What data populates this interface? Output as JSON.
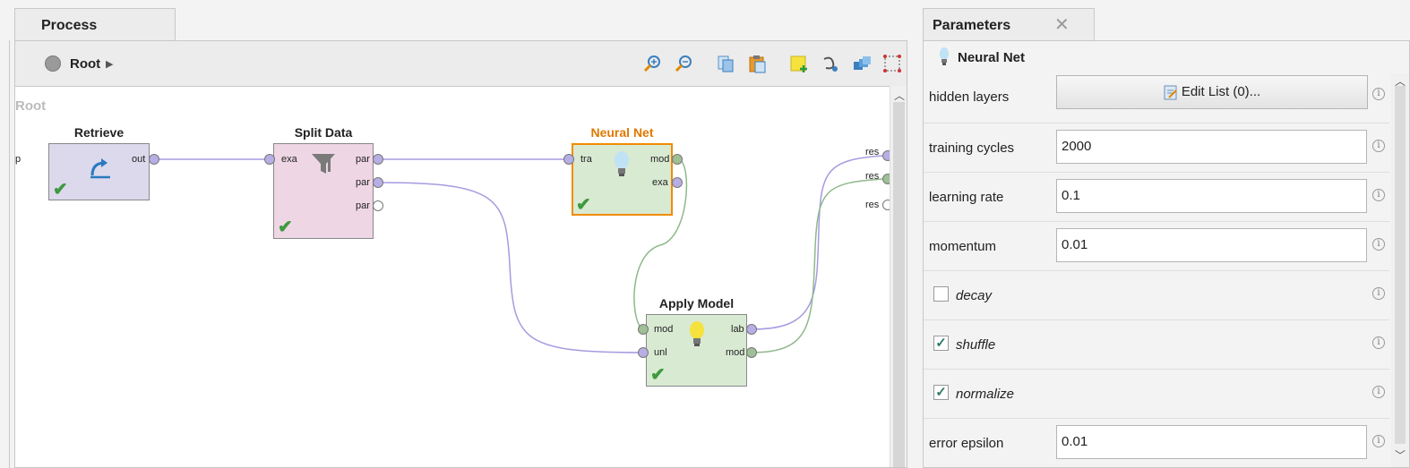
{
  "process_tab": {
    "label": "Process"
  },
  "toolbar": {
    "root_label": "Root"
  },
  "canvas": {
    "watermark": "Root",
    "left_port_fragment": "p",
    "operators": {
      "retrieve": {
        "title": "Retrieve",
        "ports_out": [
          "out"
        ]
      },
      "split": {
        "title": "Split Data",
        "ports_in": [
          "exa"
        ],
        "ports_out": [
          "par",
          "par",
          "par"
        ]
      },
      "neural": {
        "title": "Neural Net",
        "ports_in": [
          "tra"
        ],
        "ports_out": [
          "mod",
          "exa"
        ]
      },
      "apply": {
        "title": "Apply Model",
        "ports_in": [
          "mod",
          "unl"
        ],
        "ports_out": [
          "lab",
          "mod"
        ]
      }
    },
    "result_ports": [
      "res",
      "res",
      "res"
    ]
  },
  "params_tab": {
    "label": "Parameters",
    "close": "✕"
  },
  "params": {
    "operator_name": "Neural Net",
    "hidden_layers": {
      "label": "hidden layers",
      "button": "Edit List (0)..."
    },
    "training_cycles": {
      "label": "training cycles",
      "value": "2000"
    },
    "learning_rate": {
      "label": "learning rate",
      "value": "0.1"
    },
    "momentum": {
      "label": "momentum",
      "value": "0.01"
    },
    "decay": {
      "label": "decay",
      "checked": false
    },
    "shuffle": {
      "label": "shuffle",
      "checked": true
    },
    "normalize": {
      "label": "normalize",
      "checked": true
    },
    "error_epsilon": {
      "label": "error epsilon",
      "value": "0.01"
    },
    "info_glyph": "i",
    "check_glyph": "✓"
  },
  "colors": {
    "retrieve": "#dcd9ec",
    "split": "#eed6e4",
    "model": "#d9ead3",
    "highlight": "#f08c00",
    "highlight_title": "#e07800",
    "wire_purple": "#a89ae0",
    "wire_green": "#8fb88a"
  }
}
